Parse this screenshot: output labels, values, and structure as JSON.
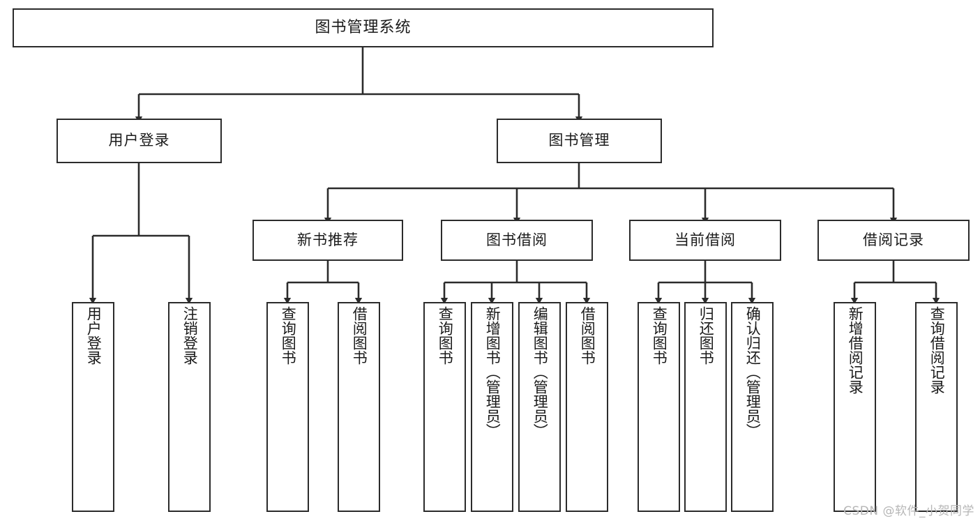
{
  "diagram": {
    "title": "图书管理系统",
    "type": "tree-hierarchy",
    "watermark": "CSDN @软件_小贺同学",
    "colors": {
      "stroke": "#2b2b2b",
      "fill": "#ffffff",
      "text": "#1a1a1a",
      "watermark": "#b6b6b6"
    },
    "nodes": {
      "root": "图书管理系统",
      "level2": [
        "用户登录",
        "图书管理"
      ],
      "level3": [
        "新书推荐",
        "图书借阅",
        "当前借阅",
        "借阅记录"
      ],
      "leaves": {
        "user_login": [
          "用户登录",
          "注销登录"
        ],
        "new_book_recommend": [
          "查询图书",
          "借阅图书"
        ],
        "book_borrow": [
          "查询图书",
          "新增图书（管理员）",
          "编辑图书（管理员）",
          "借阅图书"
        ],
        "current_borrow": [
          "查询图书",
          "归还图书",
          "确认归还（管理员）"
        ],
        "borrow_record": [
          "新增借阅记录",
          "查询借阅记录"
        ]
      }
    },
    "edges": [
      {
        "from": "图书管理系统",
        "to": "用户登录"
      },
      {
        "from": "图书管理系统",
        "to": "图书管理"
      },
      {
        "from": "图书管理",
        "to": "新书推荐"
      },
      {
        "from": "图书管理",
        "to": "图书借阅"
      },
      {
        "from": "图书管理",
        "to": "当前借阅"
      },
      {
        "from": "图书管理",
        "to": "借阅记录"
      },
      {
        "from": "用户登录",
        "to": "用户登录"
      },
      {
        "from": "用户登录",
        "to": "注销登录"
      },
      {
        "from": "新书推荐",
        "to": "查询图书"
      },
      {
        "from": "新书推荐",
        "to": "借阅图书"
      },
      {
        "from": "图书借阅",
        "to": "查询图书"
      },
      {
        "from": "图书借阅",
        "to": "新增图书（管理员）"
      },
      {
        "from": "图书借阅",
        "to": "编辑图书（管理员）"
      },
      {
        "from": "图书借阅",
        "to": "借阅图书"
      },
      {
        "from": "当前借阅",
        "to": "查询图书"
      },
      {
        "from": "当前借阅",
        "to": "归还图书"
      },
      {
        "from": "当前借阅",
        "to": "确认归还（管理员）"
      },
      {
        "from": "借阅记录",
        "to": "新增借阅记录"
      },
      {
        "from": "借阅记录",
        "to": "查询借阅记录"
      }
    ]
  }
}
